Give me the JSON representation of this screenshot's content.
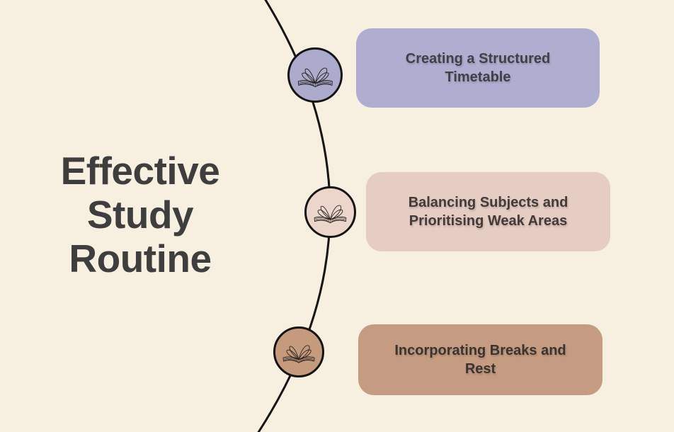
{
  "canvas": {
    "background_color": "#f7efe0",
    "title": "Effective\nStudy\nRoutine",
    "title_color": "#3f3e3e"
  },
  "diagram": {
    "curve_color": "#151515",
    "nodes": [
      {
        "label": "Creating a Structured\nTimetable",
        "box_color": "#b0aed0",
        "circle_color": "#acaacd",
        "text_color": "#40404a",
        "icon": "open-book-icon"
      },
      {
        "label": "Balancing Subjects and\nPrioritising Weak Areas",
        "box_color": "#e5cdc4",
        "circle_color": "#ecd5ca",
        "text_color": "#423b39",
        "icon": "open-book-icon"
      },
      {
        "label": "Incorporating Breaks and\nRest",
        "box_color": "#c59c82",
        "circle_color": "#c69a7d",
        "text_color": "#3a3431",
        "icon": "open-book-icon"
      }
    ]
  }
}
